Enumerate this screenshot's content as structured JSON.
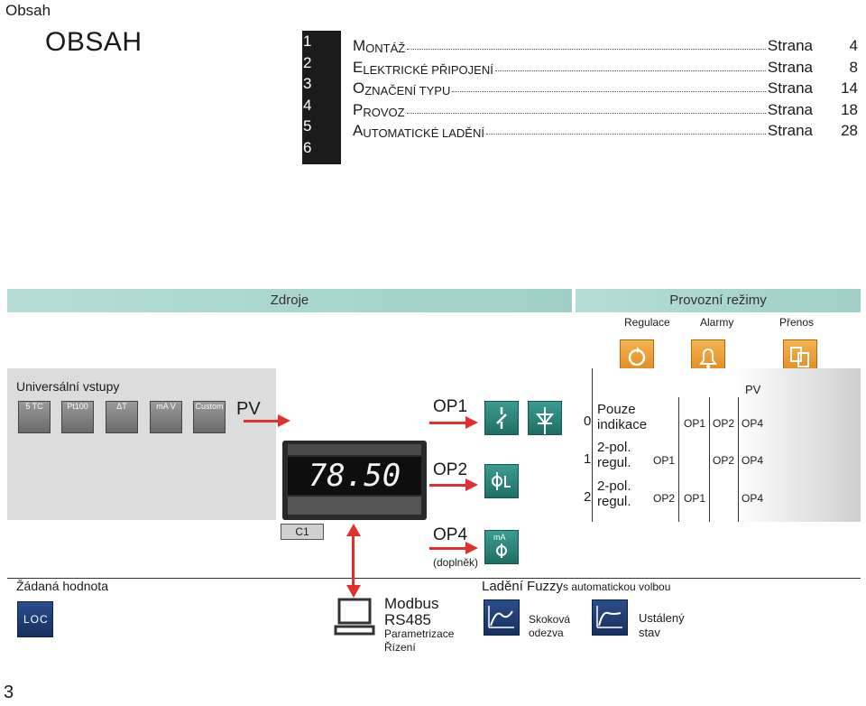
{
  "header": {
    "label": "Obsah",
    "title": "OBSAH"
  },
  "toc": {
    "numbers": [
      "1",
      "2",
      "3",
      "4",
      "5",
      "6"
    ],
    "entries": [
      {
        "cap": "M",
        "rest": "ONTÁŽ",
        "strana": "Strana",
        "page": "4"
      },
      {
        "cap": "E",
        "rest": "LEKTRICKÉ PŘIPOJENÍ",
        "strana": "Strana",
        "page": "8"
      },
      {
        "cap": "O",
        "rest": "ZNAČENÍ TYPU",
        "strana": "Strana",
        "page": "14"
      },
      {
        "cap": "P",
        "rest": " ROVOZ",
        "strana": "Strana",
        "page": "18"
      },
      {
        "cap": "A",
        "rest": "UTOMATICKÉ LADĚNÍ",
        "strana": "Strana",
        "page": "28"
      }
    ]
  },
  "diagram": {
    "zdroje": "Zdroje",
    "provozni": "Provozní režimy",
    "regulace": "Regulace",
    "alarmy": "Alarmy",
    "prenos": "Přenos",
    "universal": "Universální vstupy",
    "pv": "PV",
    "pv_top": "PV",
    "inputs": [
      "5 TC",
      "Pt100",
      "ΔT",
      "mA  V",
      "Custom"
    ],
    "op1": "OP1",
    "op2": "OP2",
    "op4": "OP4",
    "doplnek": "(doplněk)",
    "c1": "C1",
    "display_value": "78.50",
    "ma_label": "mA",
    "zadana": "Žádaná hodnota",
    "loc": "LOC",
    "modbus": "Modbus",
    "rs485": "RS485",
    "parametrizace": "Parametrizace",
    "rizeni": "Řízení",
    "ladeni": "Ladění Fuzzy",
    "s_auto": "s automatickou volbou",
    "skokova": "Skoková",
    "odezva": "odezva",
    "ustaleny": "Ustálený",
    "stav": "stav",
    "modes": [
      {
        "num": "0",
        "l1": "Pouze",
        "l2": "indikace",
        "c1": "OP1",
        "c2": "OP2",
        "c3": "OP4"
      },
      {
        "num": "1",
        "l1": "2-pol.",
        "l2": "regul.",
        "c1": "OP1",
        "c2": "OP2",
        "c3": "OP4"
      },
      {
        "num": "2",
        "l1": "2-pol.",
        "l2": "regul.",
        "c1": "OP2",
        "c2": "OP1",
        "c3": "OP4"
      }
    ]
  },
  "footer": {
    "page": "3"
  },
  "colors": {
    "teal": "#9fd0c7",
    "red": "#e03030",
    "navy": "#17305f",
    "orange": "#e08a20"
  }
}
